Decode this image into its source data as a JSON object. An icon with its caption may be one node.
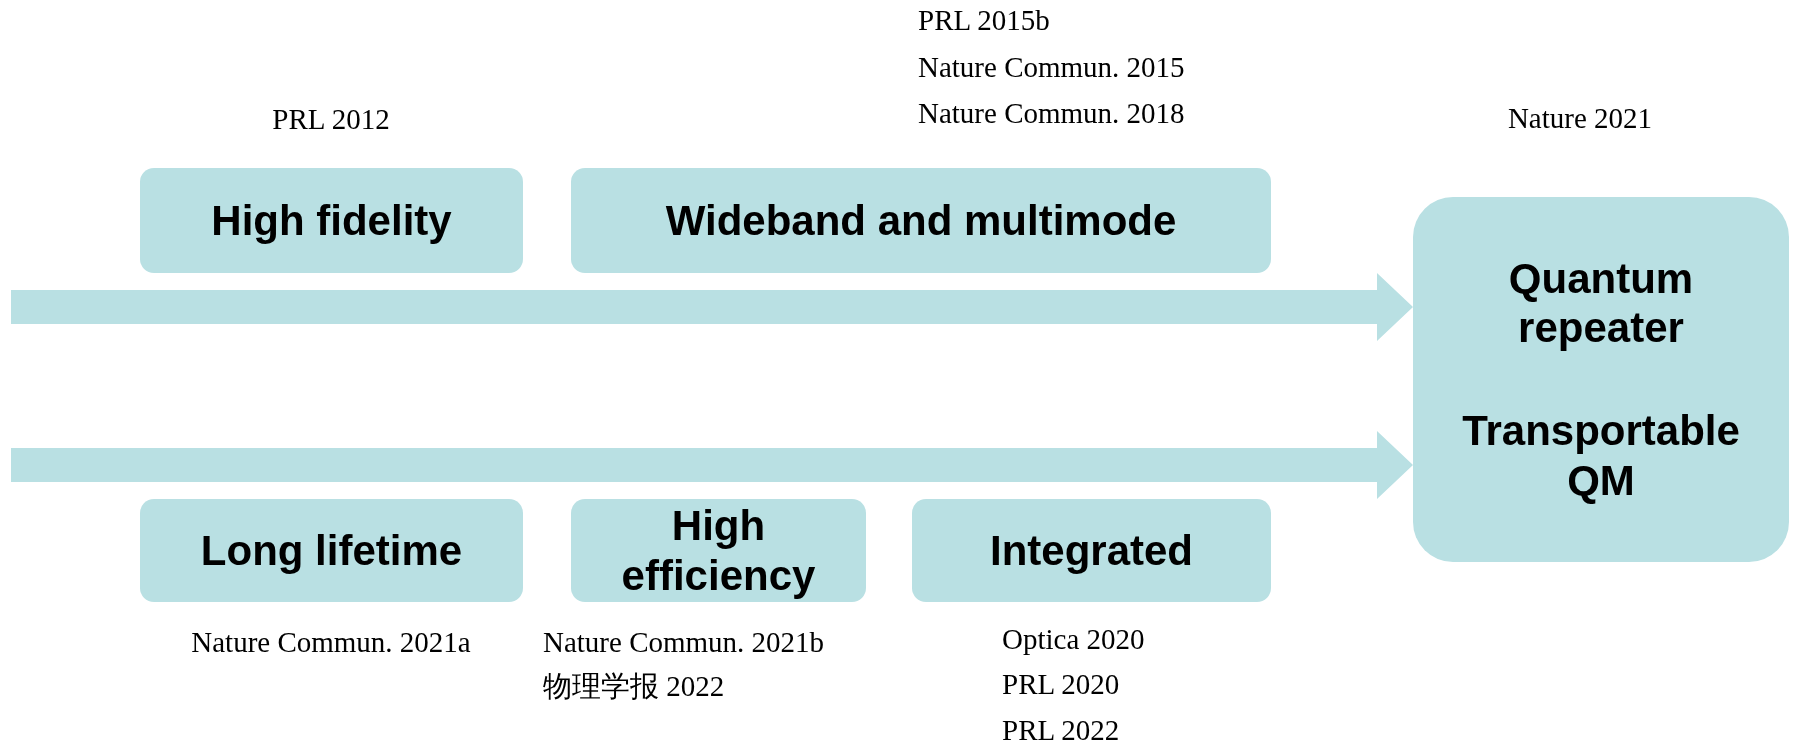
{
  "diagram": {
    "nodes": [
      {
        "text": [
          "High fidelity"
        ],
        "beside": [
          "PRL 2012"
        ]
      },
      {
        "text": [
          "Wideband and multimode"
        ],
        "beside": [
          "PRL 2015b",
          "Nature Commun. 2015",
          "Nature Commun. 2018"
        ]
      },
      {
        "text": [
          "Long lifetime"
        ],
        "beside": [
          "Nature Commun. 2021a"
        ]
      },
      {
        "text": [
          "High efficiency"
        ],
        "beside": [
          "Nature Commun. 2021b",
          "物理学报 2022"
        ]
      },
      {
        "text": [
          "Integrated"
        ],
        "beside": [
          "Optica 2020",
          "PRL 2020",
          "PRL 2022"
        ]
      },
      {
        "text": [
          "Quantum repeater",
          "Transportable QM"
        ],
        "beside": [
          "Nature 2021"
        ]
      }
    ],
    "edges": [
      {
        "from": null,
        "to": 5,
        "arrow": "to"
      },
      {
        "from": null,
        "to": 5,
        "arrow": "to"
      }
    ]
  }
}
